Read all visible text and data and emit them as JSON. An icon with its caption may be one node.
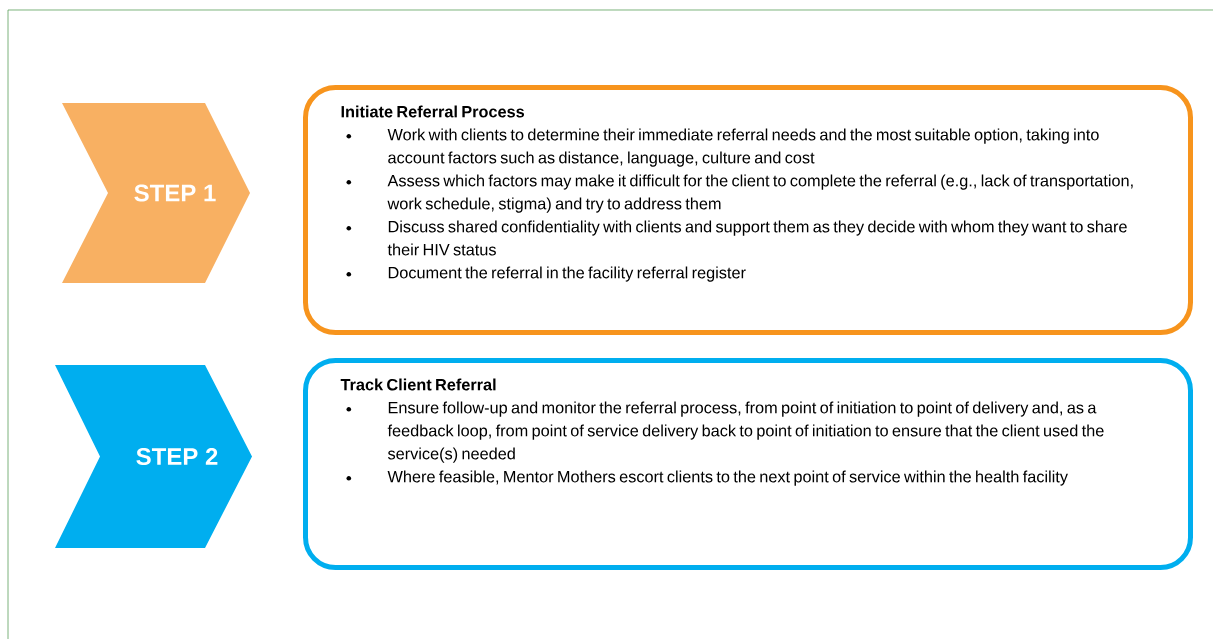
{
  "diagram": {
    "nodes": [
      {
        "text": [
          "STEP 1"
        ]
      },
      {
        "text": [
          "Initiate Referral Process",
          "Work with clients to determine their immediate referral needs and the most suitable option, taking into account factors such as distance, language, culture and cost",
          "Assess which factors may make it difficult for the client to complete the referral (e.g., lack of transportation, work schedule, stigma) and try to address them",
          "Discuss shared confidentiality with clients and support them as they decide with whom they want to share their HIV status",
          "Document the referral in the facility referral register"
        ]
      },
      {
        "text": [
          "STEP 2"
        ]
      },
      {
        "text": [
          "Track Client Referral",
          "Ensure follow-up and monitor the referral process, from point of initiation to point of delivery and, as a feedback loop, from point of service delivery back to point of initiation to ensure that the client used the service(s) needed",
          "Where feasible, Mentor Mothers escort clients to the next point of service within the health facility"
        ]
      }
    ]
  }
}
